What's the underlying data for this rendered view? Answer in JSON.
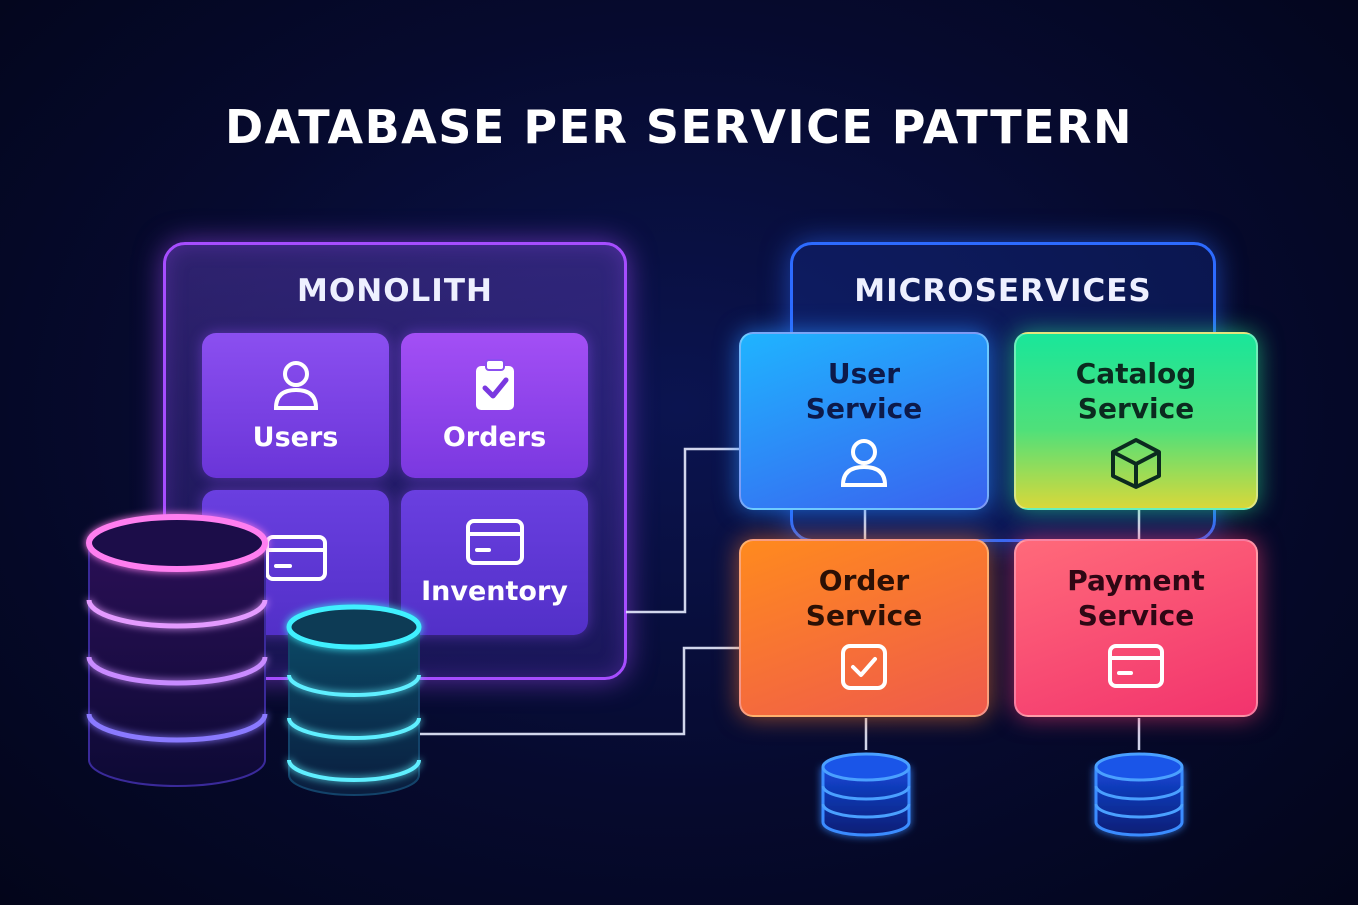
{
  "title": "DATABASE PER SERVICE PATTERN",
  "monolith": {
    "title": "MONOLITH",
    "tiles": [
      {
        "label": "Users",
        "icon": "user-icon"
      },
      {
        "label": "Orders",
        "icon": "clipboard-check-icon"
      },
      {
        "label": "",
        "icon": "credit-card-icon"
      },
      {
        "label": "Inventory",
        "icon": "credit-card-icon"
      }
    ]
  },
  "microservices": {
    "title": "MICROSERVICES",
    "services": [
      {
        "label": "User\nService",
        "icon": "user-icon",
        "color": "#2b8cff"
      },
      {
        "label": "Catalog\nService",
        "icon": "cube-icon",
        "color": "#2ee08a"
      },
      {
        "label": "Order\nService",
        "icon": "checkbox-icon",
        "color": "#ff7a2a"
      },
      {
        "label": "Payment\nService",
        "icon": "credit-card-icon",
        "color": "#f5456f"
      }
    ]
  },
  "colors": {
    "monolith_border": "#a64dff",
    "micro_border": "#2d6bff",
    "db_purple": "#c44dff",
    "db_cyan": "#22d3ee",
    "db_blue": "#1e6bff"
  }
}
